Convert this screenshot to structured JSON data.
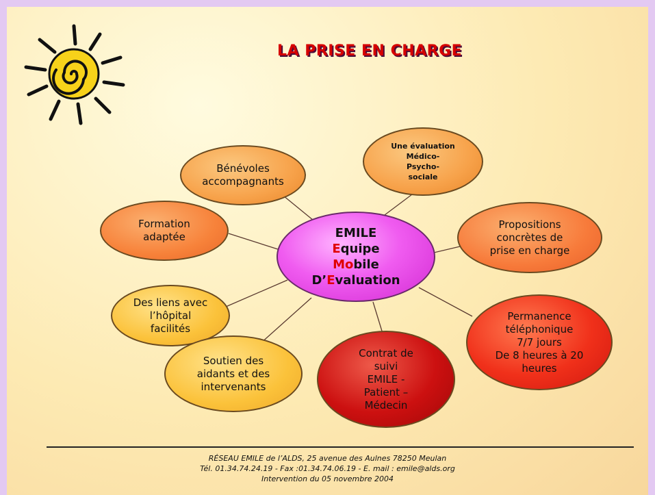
{
  "title": "LA PRISE EN CHARGE",
  "hub": {
    "line1": "EMILE",
    "line2_first": "E",
    "line2_rest": "quipe",
    "line3_first": "Mo",
    "line3_mid": "bi",
    "line3_rest": "le",
    "line4_first": "D’",
    "line4_mid": "E",
    "line4_rest": "valuation"
  },
  "nodes": [
    {
      "key": "benevoles",
      "text": "Bénévoles\naccompagnants",
      "color": "#f7a24a"
    },
    {
      "key": "evaluation",
      "text": "Une évaluation\nMédico-\nPsycho-\nsociale",
      "color": "#f7a24a"
    },
    {
      "key": "formation",
      "text": "Formation\nadaptée",
      "color": "#f7823a"
    },
    {
      "key": "propositions",
      "text": "Propositions\nconcrètes de\nprise en charge",
      "color": "#f77a3a"
    },
    {
      "key": "liens",
      "text": "Des liens avec\nl’hôpital\nfacilités",
      "color": "#fbc23a"
    },
    {
      "key": "permanence",
      "text": "Permanence\ntéléphonique\n7/7 jours\nDe 8 heures à 20\nheures",
      "color": "#f0301a"
    },
    {
      "key": "soutien",
      "text": "Soutien des\naidants et des\nintervenants",
      "color": "#fbc23a"
    },
    {
      "key": "contrat",
      "text": "Contrat de\nsuivi\nEMILE -\nPatient –\nMédecin",
      "color": "#cc1010"
    }
  ],
  "footer": {
    "line1": "RÉSEAU EMILE de l’ALDS, 25 avenue des Aulnes 78250 Meulan",
    "line2": "Tél. 01.34.74.24.19 - Fax :01.34.74.06.19 - E. mail : emile@alds.org",
    "line3": "Intervention du 05 novembre 2004"
  },
  "colors": {
    "title": "#d60000",
    "hub": "#f05cf0",
    "background": "#fdeab3",
    "frame": "#e3c9f2"
  },
  "icons": [
    "sun-icon"
  ]
}
